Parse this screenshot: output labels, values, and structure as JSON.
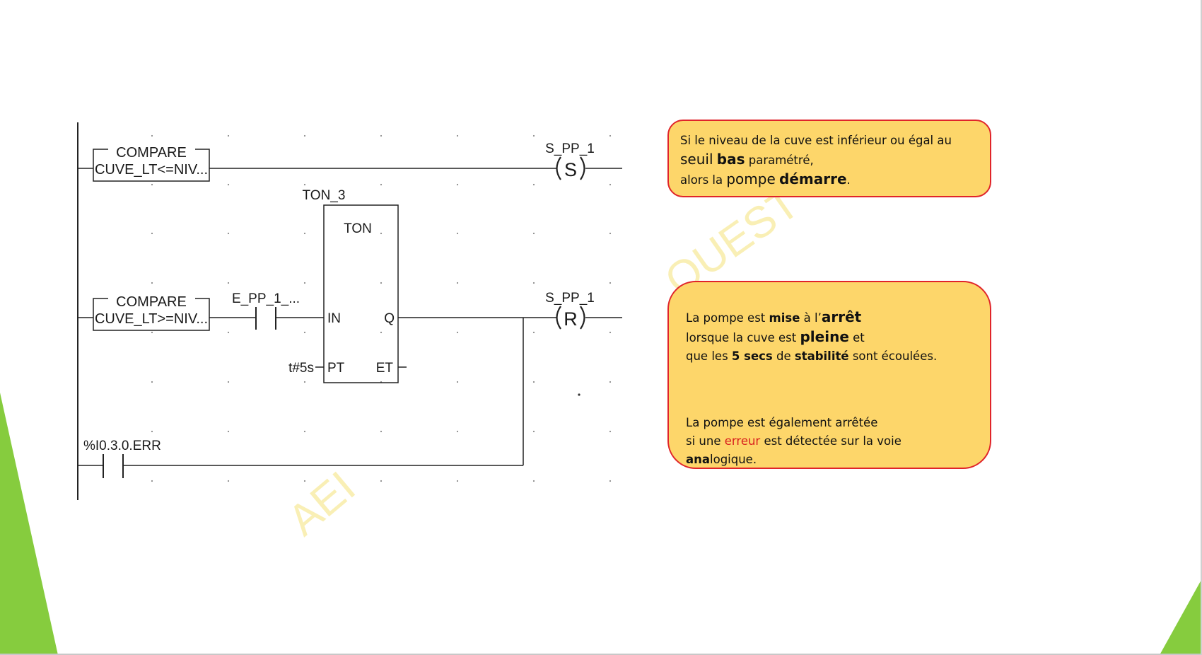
{
  "colors": {
    "accent_green": "#86cc3e",
    "note_fill": "#fdd66a",
    "note_border": "#e0242a",
    "error_red": "#d8201e",
    "watermark": "#f5e27a"
  },
  "watermark": {
    "left": "AEI",
    "right": "OUEST"
  },
  "ladder": {
    "rung1": {
      "compare_title": "COMPARE",
      "compare_expr": "CUVE_LT<=NIV...",
      "coil_name": "S_PP_1",
      "coil_letter": "S"
    },
    "timer": {
      "instance": "TON_3",
      "type": "TON",
      "pin_in": "IN",
      "pin_q": "Q",
      "pin_pt": "PT",
      "pin_et": "ET",
      "preset": "t#5s"
    },
    "rung2": {
      "compare_title": "COMPARE",
      "compare_expr": "CUVE_LT>=NIV...",
      "contact_name": "E_PP_1_...",
      "coil_name": "S_PP_1",
      "coil_letter": "R"
    },
    "rung3": {
      "contact_name": "%I0.3.0.ERR"
    }
  },
  "notes": {
    "n1": {
      "l1": "Si le niveau de la cuve est inférieur ou égal au",
      "l2a": "seuil",
      "l2b": "bas",
      "l2c": " paramétré,",
      "l3a": "alors la ",
      "l3b": "pompe",
      "l3c": "démarre",
      "l3d": "."
    },
    "n2": {
      "a1": "La pompe  est ",
      "a2": "mise",
      "a3": " à l’",
      "a4": "arrêt",
      "b1": "lorsque la cuve est ",
      "b2": "pleine",
      "b3": " et",
      "c1": "que les ",
      "c2": "5 secs",
      "c3": " de ",
      "c4": "stabilité",
      "c5": " sont écoulées.",
      "d1": "La pompe  est également  arrêtée",
      "e1": "si une ",
      "e2": "erreur",
      "e3": " est détectée sur la voie ",
      "e4": "ana",
      "e5": "logique."
    }
  }
}
